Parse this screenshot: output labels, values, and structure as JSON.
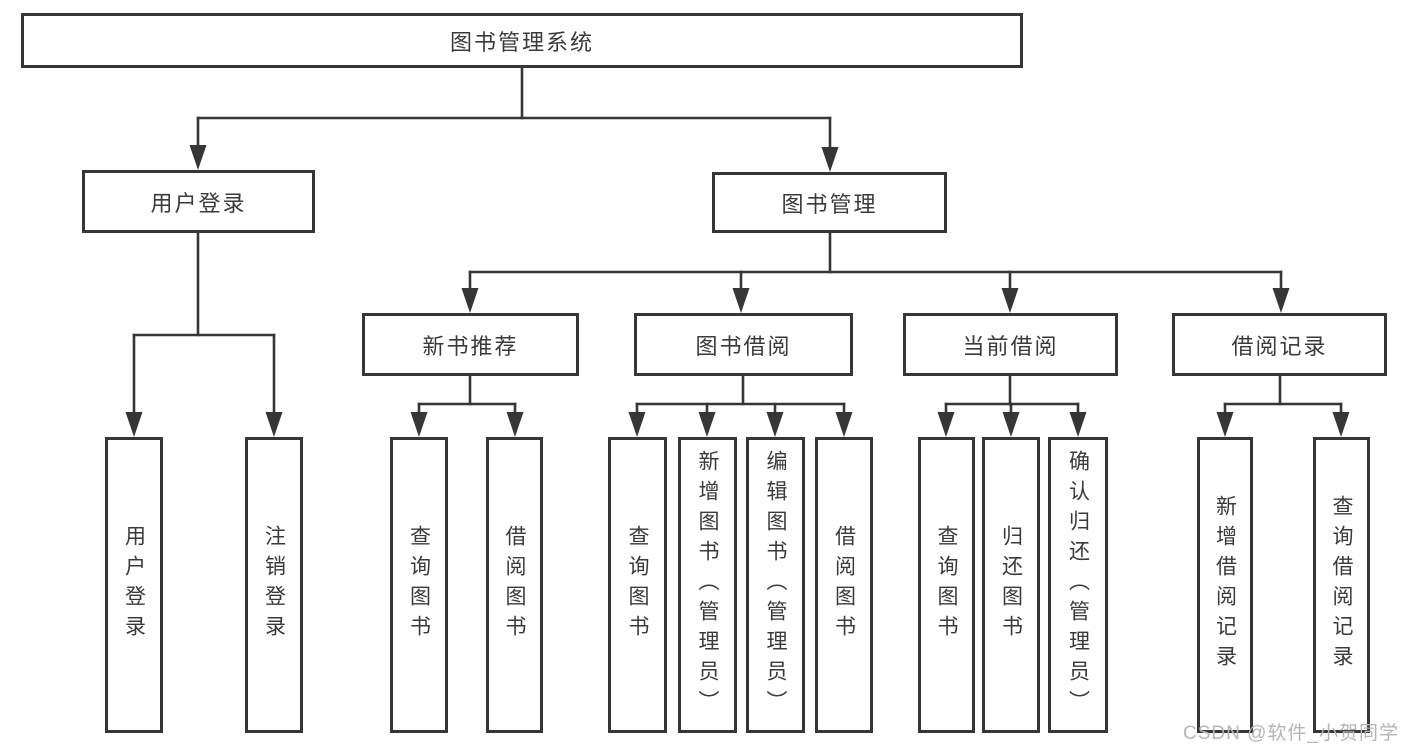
{
  "diagram": {
    "title": "图书管理系统",
    "watermark": "CSDN @软件_小贺同学",
    "colors": {
      "line": "#363636",
      "box_border": "#363636",
      "box_fill": "#ffffff",
      "text": "#3a3a3a",
      "watermark": "#b5b5b5",
      "background": "#ffffff"
    },
    "nodes": [
      {
        "id": "root",
        "label": "图书管理系统",
        "level": 1,
        "parent": null,
        "orientation": "horizontal"
      },
      {
        "id": "user-login",
        "label": "用户登录",
        "level": 2,
        "parent": "root",
        "orientation": "horizontal"
      },
      {
        "id": "book-mgmt",
        "label": "图书管理",
        "level": 2,
        "parent": "root",
        "orientation": "horizontal"
      },
      {
        "id": "new-book-rec",
        "label": "新书推荐",
        "level": 3,
        "parent": "book-mgmt",
        "orientation": "horizontal"
      },
      {
        "id": "book-borrow",
        "label": "图书借阅",
        "level": 3,
        "parent": "book-mgmt",
        "orientation": "horizontal"
      },
      {
        "id": "current-borrow",
        "label": "当前借阅",
        "level": 3,
        "parent": "book-mgmt",
        "orientation": "horizontal"
      },
      {
        "id": "borrow-records",
        "label": "借阅记录",
        "level": 3,
        "parent": "book-mgmt",
        "orientation": "horizontal"
      },
      {
        "id": "user-login-leaf",
        "label": "用户登录",
        "level": 4,
        "parent": "user-login",
        "orientation": "vertical"
      },
      {
        "id": "logout-leaf",
        "label": "注销登录",
        "level": 4,
        "parent": "user-login",
        "orientation": "vertical"
      },
      {
        "id": "nb-query-books",
        "label": "查询图书",
        "level": 4,
        "parent": "new-book-rec",
        "orientation": "vertical"
      },
      {
        "id": "nb-borrow-books",
        "label": "借阅图书",
        "level": 4,
        "parent": "new-book-rec",
        "orientation": "vertical"
      },
      {
        "id": "bb-query-books",
        "label": "查询图书",
        "level": 4,
        "parent": "book-borrow",
        "orientation": "vertical"
      },
      {
        "id": "bb-add-books",
        "label": "新增图书（管理员）",
        "level": 4,
        "parent": "book-borrow",
        "orientation": "vertical"
      },
      {
        "id": "bb-edit-books",
        "label": "编辑图书（管理员）",
        "level": 4,
        "parent": "book-borrow",
        "orientation": "vertical"
      },
      {
        "id": "bb-borrow-books",
        "label": "借阅图书",
        "level": 4,
        "parent": "book-borrow",
        "orientation": "vertical"
      },
      {
        "id": "cb-query-books",
        "label": "查询图书",
        "level": 4,
        "parent": "current-borrow",
        "orientation": "vertical"
      },
      {
        "id": "cb-return-books",
        "label": "归还图书",
        "level": 4,
        "parent": "current-borrow",
        "orientation": "vertical"
      },
      {
        "id": "cb-confirm-return",
        "label": "确认归还（管理员）",
        "level": 4,
        "parent": "current-borrow",
        "orientation": "vertical"
      },
      {
        "id": "br-add-record",
        "label": "新增借阅记录",
        "level": 4,
        "parent": "borrow-records",
        "orientation": "vertical"
      },
      {
        "id": "br-query-record",
        "label": "查询借阅记录",
        "level": 4,
        "parent": "borrow-records",
        "orientation": "vertical"
      }
    ]
  }
}
